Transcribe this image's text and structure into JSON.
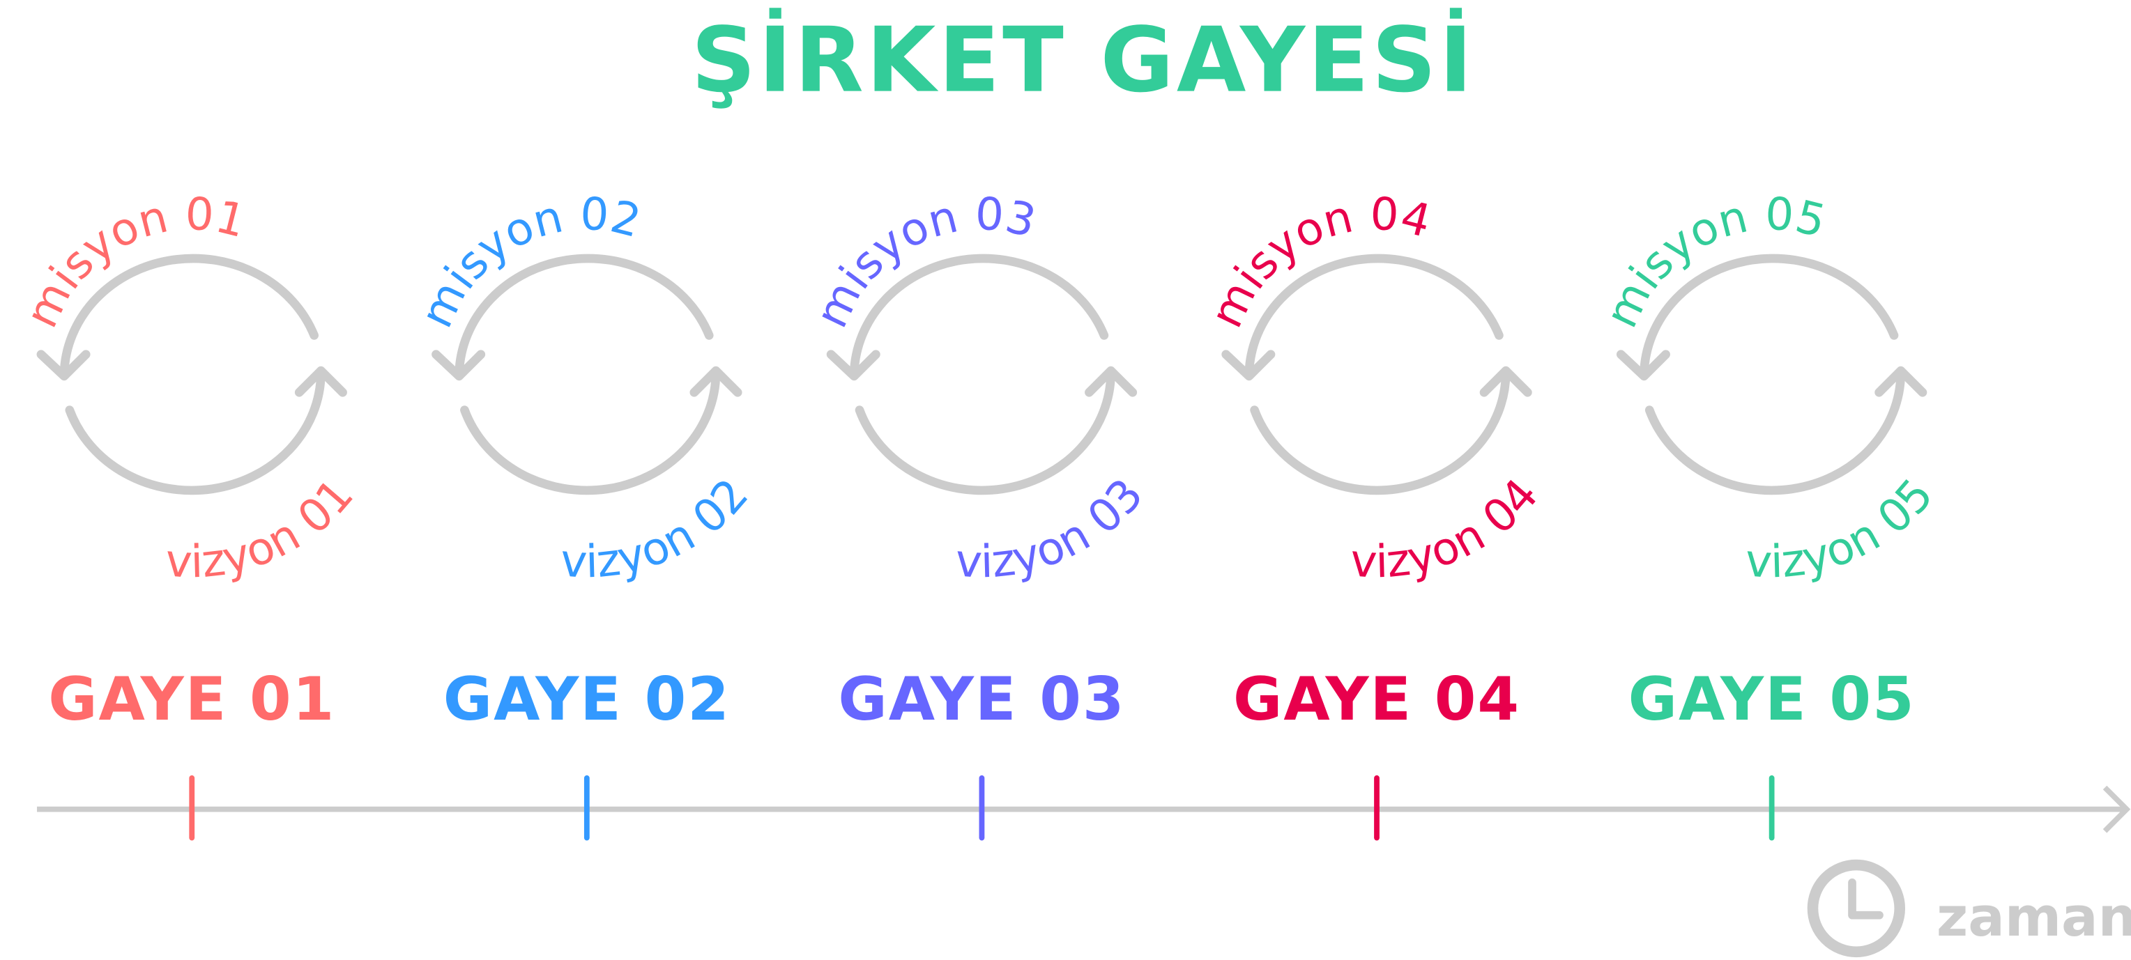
{
  "title": "ŞİRKET GAYESİ",
  "title_color": "#33CC99",
  "neutral_color": "#CCCCCC",
  "cycle_icon": "circular-arrows-icon",
  "goals": [
    {
      "label": "GAYE 01",
      "mission": "misyon 01",
      "vision": "vizyon 01",
      "color": "#FF6B6B"
    },
    {
      "label": "GAYE 02",
      "mission": "misyon 02",
      "vision": "vizyon 02",
      "color": "#3399FF"
    },
    {
      "label": "GAYE 03",
      "mission": "misyon 03",
      "vision": "vizyon 03",
      "color": "#6666FF"
    },
    {
      "label": "GAYE 04",
      "mission": "misyon 04",
      "vision": "vizyon 04",
      "color": "#E8004C"
    },
    {
      "label": "GAYE 05",
      "mission": "misyon 05",
      "vision": "vizyon 05",
      "color": "#33CC99"
    }
  ],
  "timeline": {
    "label": "zaman",
    "icon": "clock-icon"
  }
}
